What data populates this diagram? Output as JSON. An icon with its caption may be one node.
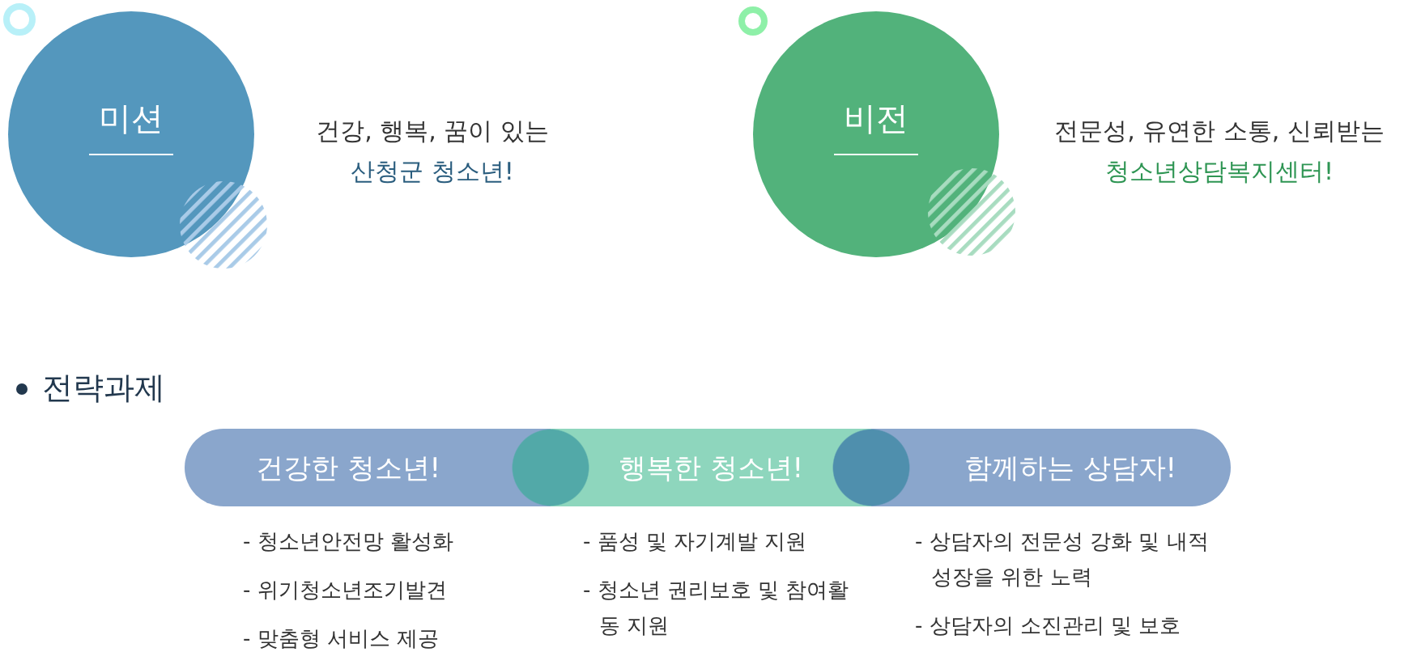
{
  "diagram": {
    "nodes": [
      {
        "text": [
          "미션"
        ],
        "beside": [
          "건강, 행복, 꿈이 있는",
          "산청군 청소년!"
        ]
      },
      {
        "text": [
          "비전"
        ],
        "beside": [
          "전문성, 유연한 소통, 신뢰받는",
          "청소년상담복지센터!"
        ]
      },
      {
        "text": [
          "건강한 청소년!"
        ],
        "beside": [
          "- 청소년안전망 활성화",
          "- 위기청소년조기발견",
          "- 맞춤형 서비스 제공"
        ]
      },
      {
        "text": [
          "행복한 청소년!"
        ],
        "beside": [
          "- 품성 및 자기계발 지원",
          "- 청소년 권리보호 및 참여활동 지원"
        ]
      },
      {
        "text": [
          "함께하는 상담자!"
        ],
        "beside": [
          "- 상담자의 전문성 강화 및 내적 성장을 위한 노력",
          "- 상담자의 소진관리 및 보호"
        ]
      }
    ],
    "labels": [
      "전략과제"
    ]
  }
}
